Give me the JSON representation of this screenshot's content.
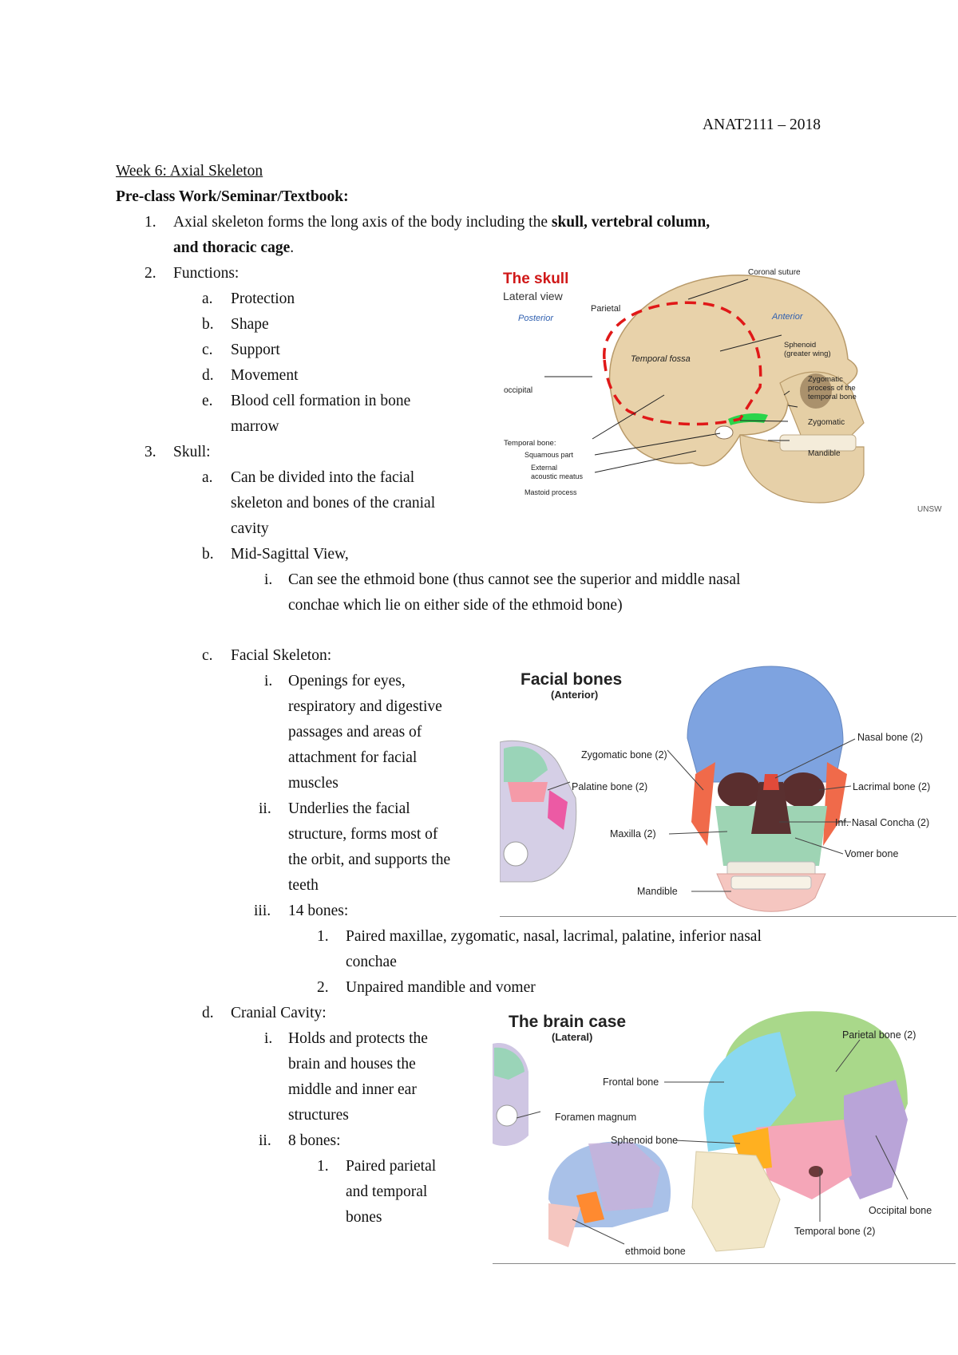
{
  "header": {
    "course": "ANAT2111 – 2018"
  },
  "doc": {
    "week_title": "Week 6: Axial Skeleton",
    "section_title": "Pre-class Work/Seminar/Textbook:",
    "items": [
      {
        "marker": "1.",
        "text_a": "Axial skeleton forms the long axis of the body including the ",
        "bold_a": "skull, vertebral column,",
        "bold_b": "and thoracic cage",
        "text_b": "."
      },
      {
        "marker": "2.",
        "text": "Functions:",
        "sub": [
          {
            "marker": "a.",
            "text": "Protection"
          },
          {
            "marker": "b.",
            "text": "Shape"
          },
          {
            "marker": "c.",
            "text": "Support"
          },
          {
            "marker": "d.",
            "text": "Movement"
          },
          {
            "marker": "e.",
            "line1": "Blood cell formation in bone",
            "line2": "marrow"
          }
        ]
      },
      {
        "marker": "3.",
        "text": "Skull:",
        "sub_a": {
          "marker": "a.",
          "line1": "Can be divided into the facial",
          "line2": "skeleton and bones of the cranial",
          "line3": "cavity"
        },
        "sub_b": {
          "marker": "b.",
          "text": "Mid-Sagittal View,",
          "i": {
            "marker": "i.",
            "line1": "Can see the ethmoid bone (thus cannot see the superior and middle nasal",
            "line2": "conchae which lie on either side of the ethmoid bone)"
          }
        },
        "sub_c": {
          "marker": "c.",
          "text": "Facial Skeleton:",
          "i": {
            "marker": "i.",
            "lines": [
              "Openings for eyes,",
              "respiratory and digestive",
              "passages and areas of",
              "attachment for facial",
              "muscles"
            ]
          },
          "ii": {
            "marker": "ii.",
            "lines": [
              "Underlies the facial",
              "structure, forms most of",
              "the orbit, and supports the",
              "teeth"
            ]
          },
          "iii": {
            "marker": "iii.",
            "text": "14 bones:",
            "n1": {
              "marker": "1.",
              "line1": "Paired maxillae, zygomatic, nasal, lacrimal, palatine, inferior nasal",
              "line2": "conchae"
            },
            "n2": {
              "marker": "2.",
              "text": "Unpaired mandible and vomer"
            }
          }
        },
        "sub_d": {
          "marker": "d.",
          "text": "Cranial Cavity:",
          "i": {
            "marker": "i.",
            "lines": [
              "Holds and protects the",
              "brain and houses the",
              "middle and inner ear",
              "structures"
            ]
          },
          "ii": {
            "marker": "ii.",
            "text": "8 bones:",
            "n1": {
              "marker": "1.",
              "lines": [
                "Paired parietal",
                "and temporal",
                "bones"
              ]
            }
          }
        }
      }
    ]
  },
  "figures": {
    "skull": {
      "title": "The skull",
      "subtitle": "Lateral view",
      "labels": {
        "coronal": "Coronal suture",
        "parietal": "Parietal",
        "posterior": "Posterior",
        "anterior": "Anterior",
        "sphenoid1": "Sphenoid",
        "sphenoid2": "(greater wing)",
        "temporal_fossa": "Temporal fossa",
        "occipital": "occipital",
        "zyg1": "Zygomatic",
        "zyg2": "process of the",
        "zyg3": "temporal bone",
        "zygomatic": "Zygomatic",
        "mandible": "Mandible",
        "temporal_bone": "Temporal bone:",
        "squamous": "Squamous part",
        "ext1": "External",
        "ext2": "acoustic meatus",
        "mastoid": "Mastoid process",
        "logo": "UNSW"
      }
    },
    "facial": {
      "title": "Facial bones",
      "subtitle": "(Anterior)",
      "labels": {
        "nasal": "Nasal bone (2)",
        "zygomatic": "Zygomatic bone (2)",
        "lacrimal": "Lacrimal bone (2)",
        "palatine": "Palatine bone (2)",
        "concha": "Inf. Nasal Concha (2)",
        "maxilla": "Maxilla (2)",
        "vomer": "Vomer bone",
        "mandible": "Mandible"
      }
    },
    "brain": {
      "title": "The brain case",
      "subtitle": "(Lateral)",
      "labels": {
        "parietal": "Parietal bone (2)",
        "frontal": "Frontal bone",
        "foramen": "Foramen magnum",
        "sphenoid": "Sphenoid bone",
        "occipital": "Occipital bone",
        "temporal": "Temporal bone (2)",
        "ethmoid": "ethmoid bone"
      }
    }
  }
}
